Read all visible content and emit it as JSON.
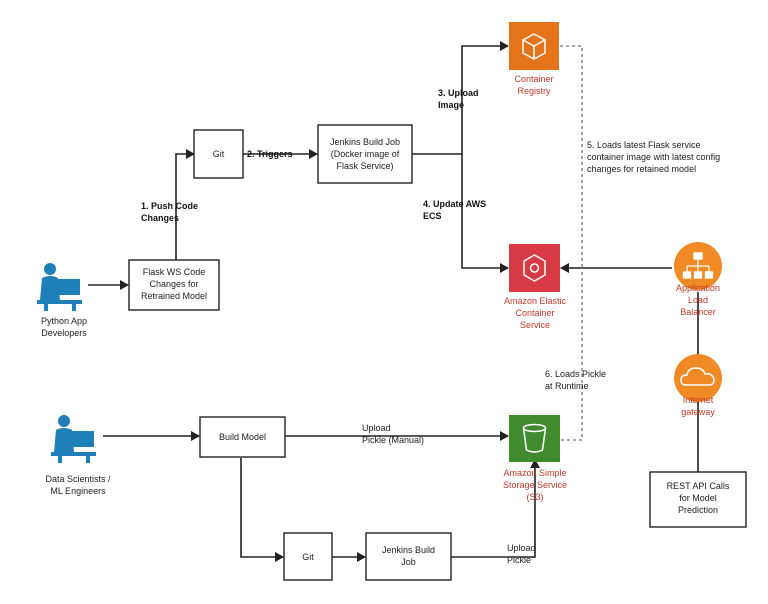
{
  "nodes": {
    "git_top": "Git",
    "jenkins_top": [
      "Jenkins Build Job",
      "(Docker image of",
      "Flask Service)"
    ],
    "flask_changes": [
      "Flask WS Code",
      "Changes for",
      "Retrained Model"
    ],
    "python_devs": [
      "Python App",
      "Developers"
    ],
    "container_registry": [
      "Container",
      "Registry"
    ],
    "ecs": [
      "Amazon Elastic",
      "Container",
      "Service"
    ],
    "alb": [
      "Application",
      "Load",
      "Balancer"
    ],
    "internet_gateway": [
      "Internet",
      "gateway"
    ],
    "s3": [
      "Amazon Simple",
      "Storage Service",
      "(S3)"
    ],
    "data_scientists": [
      "Data Scientists /",
      "ML Engineers"
    ],
    "build_model": "Build Model",
    "git_bottom": "Git",
    "jenkins_bottom": [
      "Jenkins Build",
      "Job"
    ],
    "rest_api": [
      "REST API Calls",
      "for Model",
      "Prediction"
    ]
  },
  "edges": {
    "push_code": [
      "1. Push Code",
      "Changes"
    ],
    "triggers": "2. Triggers",
    "upload_image": [
      "3. Upload",
      "Image"
    ],
    "update_ecs": [
      "4. Update AWS",
      "ECS"
    ],
    "loads_flask": [
      "5. Loads latest Flask service",
      "container image with latest config",
      "changes for retained model"
    ],
    "loads_pickle": [
      "6. Loads Pickle",
      "at Runtime"
    ],
    "upload_pickle_manual": [
      "Upload",
      "Pickle (Manual)"
    ],
    "upload_pickle": [
      "Upload",
      "Pickle"
    ]
  },
  "colors": {
    "registry": "#e5731a",
    "ecs": "#d63a43",
    "alb": "#f08a24",
    "s3": "#3f8b2e",
    "person": "#1f7fb8",
    "aws_label": "#c0392b"
  }
}
